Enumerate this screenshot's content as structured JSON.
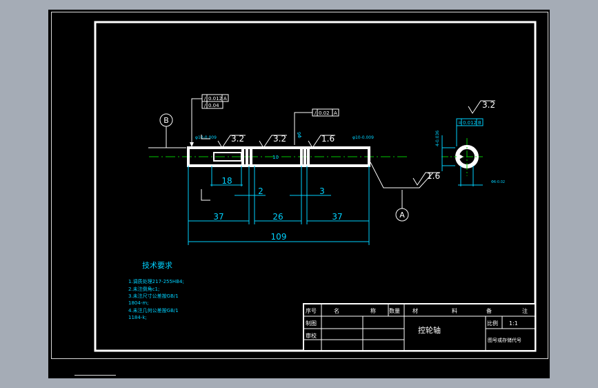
{
  "drawing": {
    "part_name": "控轮轴",
    "tech_title": "技术要求",
    "notes": [
      "1.调质处理217-255HB4;",
      "2.未注倒角c1;",
      "3.未注尺寸公差按GB/1",
      "1804-m;",
      "4.未注几何公差按GB/1",
      "1184-k;"
    ],
    "datum_b": "B",
    "datum_a": "A",
    "roughness": [
      "3.2",
      "3.2",
      "1.6",
      "1.6",
      "3.2"
    ],
    "tolerance_frames": [
      {
        "sym": "/",
        "val": "0.012",
        "ref": "A"
      },
      {
        "sym": "/",
        "val": "0.04",
        "ref": ""
      },
      {
        "sym": "/",
        "val": "0.02",
        "ref": "A"
      },
      {
        "sym": "=",
        "val": "0.012",
        "ref": "B"
      }
    ],
    "diameters": {
      "left": "φ10-0.009",
      "right": "φ10-0.009",
      "small": "φ6",
      "mid": "10",
      "bore": "Φ6-0.02",
      "key": "4-0.036"
    },
    "dimensions": {
      "d18": "18",
      "d2": "2",
      "d3": "3",
      "d37a": "37",
      "d26": "26",
      "d37b": "37",
      "d109": "109"
    },
    "title_block": {
      "header": [
        "序号",
        "名",
        "称",
        "数量",
        "材",
        "料",
        "备",
        "注"
      ],
      "row2_label": "制图",
      "row3_label": "审校",
      "scale_label": "比例",
      "scale_value": "1:1",
      "drawing_no": "图号或存储代号"
    }
  },
  "colors": {
    "frame": "#ffffff",
    "dimension": "#00d2ff",
    "centerline": "#00c800",
    "canvas": "#000000",
    "background": "#a5acb6"
  }
}
